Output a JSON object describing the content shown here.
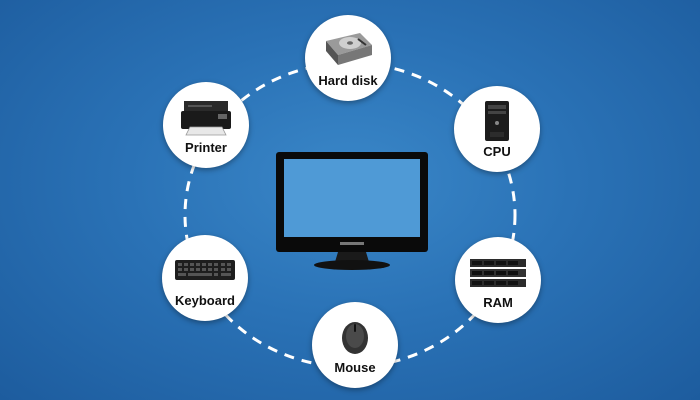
{
  "center": {
    "icon": "monitor-icon"
  },
  "components": [
    {
      "id": "hard-disk",
      "label": "Hard disk",
      "icon": "hard-disk-icon"
    },
    {
      "id": "cpu",
      "label": "CPU",
      "icon": "cpu-tower-icon"
    },
    {
      "id": "ram",
      "label": "RAM",
      "icon": "ram-module-icon"
    },
    {
      "id": "mouse",
      "label": "Mouse",
      "icon": "mouse-icon"
    },
    {
      "id": "keyboard",
      "label": "Keyboard",
      "icon": "keyboard-icon"
    },
    {
      "id": "printer",
      "label": "Printer",
      "icon": "printer-icon"
    }
  ],
  "colors": {
    "background": "#2a72b6",
    "ring": "#ffffff",
    "node_fill": "#ffffff",
    "screen": "#4f9ad6"
  }
}
